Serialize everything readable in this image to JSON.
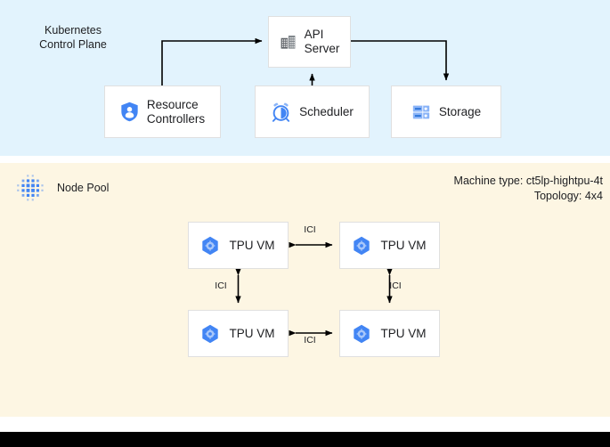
{
  "colors": {
    "control_plane_bg": "#e2f3fd",
    "node_pool_bg": "#fdf6e3",
    "box_bg": "#ffffff",
    "box_border": "#e0e0e0",
    "accent_blue": "#4285f4",
    "icon_gray": "#5f6368",
    "connector": "#000000",
    "bottom_bar": "#000000"
  },
  "control_plane": {
    "label": "Kubernetes\nControl Plane",
    "boxes": {
      "api_server": {
        "label": "API\nServer",
        "icon": "building-icon"
      },
      "resource_controllers": {
        "label": "Resource\nControllers",
        "icon": "shield-user-icon"
      },
      "scheduler": {
        "label": "Scheduler",
        "icon": "alarm-clock-icon"
      },
      "storage": {
        "label": "Storage",
        "icon": "server-rack-icon"
      }
    }
  },
  "node_pool": {
    "label": "Node Pool",
    "icon": "dot-matrix-icon",
    "machine_type": "Machine type: ct5lp-hightpu-4t",
    "topology": "Topology: 4x4",
    "vms": [
      {
        "label": "TPU VM",
        "icon": "tpu-hexagon-icon"
      },
      {
        "label": "TPU VM",
        "icon": "tpu-hexagon-icon"
      },
      {
        "label": "TPU VM",
        "icon": "tpu-hexagon-icon"
      },
      {
        "label": "TPU VM",
        "icon": "tpu-hexagon-icon"
      }
    ],
    "interconnects": [
      {
        "id": "top",
        "label": "ICI"
      },
      {
        "id": "left",
        "label": "ICI"
      },
      {
        "id": "right",
        "label": "ICI"
      },
      {
        "id": "bottom",
        "label": "ICI"
      }
    ]
  }
}
